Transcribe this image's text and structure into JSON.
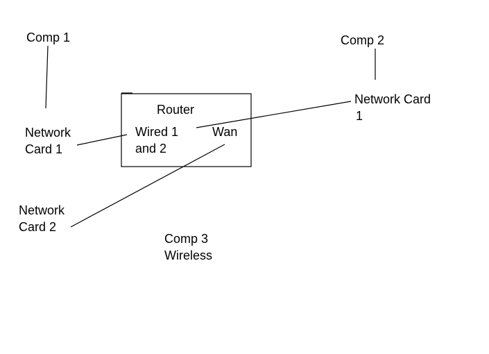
{
  "diagram": {
    "comp1": {
      "label": "Comp 1"
    },
    "comp2": {
      "label": "Comp 2"
    },
    "comp3": {
      "line1": "Comp 3",
      "line2": "Wireless"
    },
    "router": {
      "title": "Router",
      "wired_line1": "Wired 1",
      "wired_line2": "and 2",
      "wan": "Wan"
    },
    "network_card_comp1": {
      "line1": "Network",
      "line2": "Card 1"
    },
    "network_card_comp2": {
      "line1": "Network Card",
      "line2": "1"
    },
    "network_card_comp3": {
      "line1": "Network",
      "line2": "Card 2"
    }
  }
}
